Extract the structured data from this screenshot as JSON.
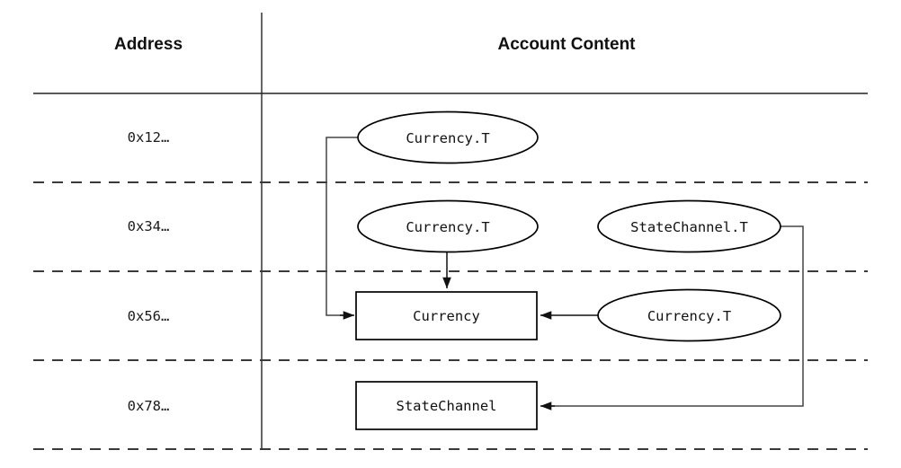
{
  "diagram": {
    "title_columns": {
      "address": "Address",
      "account_content": "Account Content"
    },
    "rows": [
      {
        "address": "0x12…"
      },
      {
        "address": "0x34…"
      },
      {
        "address": "0x56…"
      },
      {
        "address": "0x78…"
      }
    ],
    "nodes": {
      "ellipse_currency_t_row1": "Currency.T",
      "ellipse_currency_t_row2": "Currency.T",
      "ellipse_statechannel_t_row2": "StateChannel.T",
      "ellipse_currency_t_row3": "Currency.T",
      "box_currency_row3": "Currency",
      "box_statechannel_row4": "StateChannel"
    },
    "colors": {
      "background": "#ffffff",
      "stroke": "#000000",
      "rule": "#222222",
      "dashed_rule": "#3a3a3a",
      "divider": "#555555",
      "connector": "#444444",
      "text": "#111111"
    }
  }
}
